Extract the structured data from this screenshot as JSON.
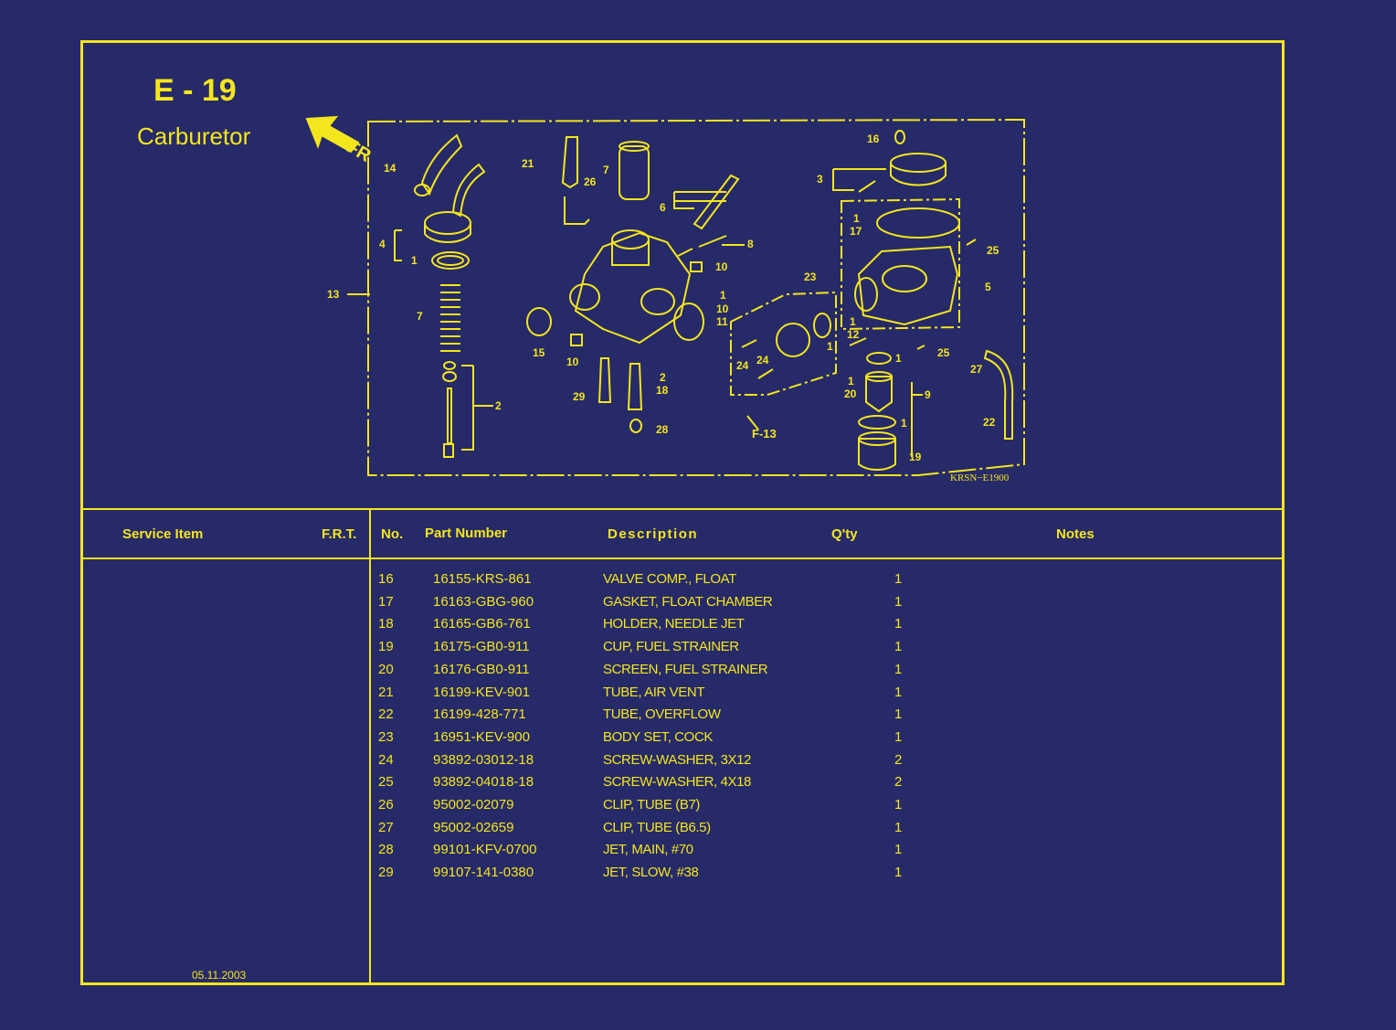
{
  "header": {
    "code": "E - 19",
    "title": "Carburetor"
  },
  "diagram": {
    "direction_label": "FR",
    "ref_code": "KRSN−E1900",
    "callout_ref": "F-13",
    "callouts": [
      "14",
      "4",
      "1",
      "13",
      "7",
      "2",
      "21",
      "26",
      "7",
      "6",
      "8",
      "10",
      "1",
      "10",
      "11",
      "15",
      "10",
      "29",
      "2",
      "18",
      "28",
      "23",
      "24",
      "24",
      "1",
      "16",
      "3",
      "1",
      "17",
      "25",
      "5",
      "1",
      "12",
      "1",
      "25",
      "27",
      "1",
      "20",
      "9",
      "1",
      "22",
      "19"
    ]
  },
  "table": {
    "headers": {
      "service_item": "Service Item",
      "frt": "F.R.T.",
      "no": "No.",
      "part_number": "Part Number",
      "description": "Description",
      "qty": "Q'ty",
      "notes": "Notes"
    },
    "rows": [
      {
        "no": "16",
        "part": "16155-KRS-861",
        "desc": "VALVE COMP., FLOAT",
        "qty": "1"
      },
      {
        "no": "17",
        "part": "16163-GBG-960",
        "desc": "GASKET, FLOAT CHAMBER",
        "qty": "1"
      },
      {
        "no": "18",
        "part": "16165-GB6-761",
        "desc": "HOLDER, NEEDLE JET",
        "qty": "1"
      },
      {
        "no": "19",
        "part": "16175-GB0-911",
        "desc": "CUP, FUEL STRAINER",
        "qty": "1"
      },
      {
        "no": "20",
        "part": "16176-GB0-911",
        "desc": "SCREEN, FUEL STRAINER",
        "qty": "1"
      },
      {
        "no": "21",
        "part": "16199-KEV-901",
        "desc": "TUBE, AIR VENT",
        "qty": "1"
      },
      {
        "no": "22",
        "part": "16199-428-771",
        "desc": "TUBE, OVERFLOW",
        "qty": "1"
      },
      {
        "no": "23",
        "part": "16951-KEV-900",
        "desc": "BODY SET, COCK",
        "qty": "1"
      },
      {
        "no": "24",
        "part": "93892-03012-18",
        "desc": "SCREW-WASHER, 3X12",
        "qty": "2"
      },
      {
        "no": "25",
        "part": "93892-04018-18",
        "desc": "SCREW-WASHER, 4X18",
        "qty": "2"
      },
      {
        "no": "26",
        "part": "95002-02079",
        "desc": "CLIP, TUBE (B7)",
        "qty": "1"
      },
      {
        "no": "27",
        "part": "95002-02659",
        "desc": "CLIP, TUBE (B6.5)",
        "qty": "1"
      },
      {
        "no": "28",
        "part": "99101-KFV-0700",
        "desc": "JET, MAIN, #70",
        "qty": "1"
      },
      {
        "no": "29",
        "part": "99107-141-0380",
        "desc": "JET, SLOW, #38",
        "qty": "1"
      }
    ]
  },
  "footer": {
    "date": "05.11.2003"
  },
  "colors": {
    "background": "#262a68",
    "accent": "#f4e61c"
  }
}
